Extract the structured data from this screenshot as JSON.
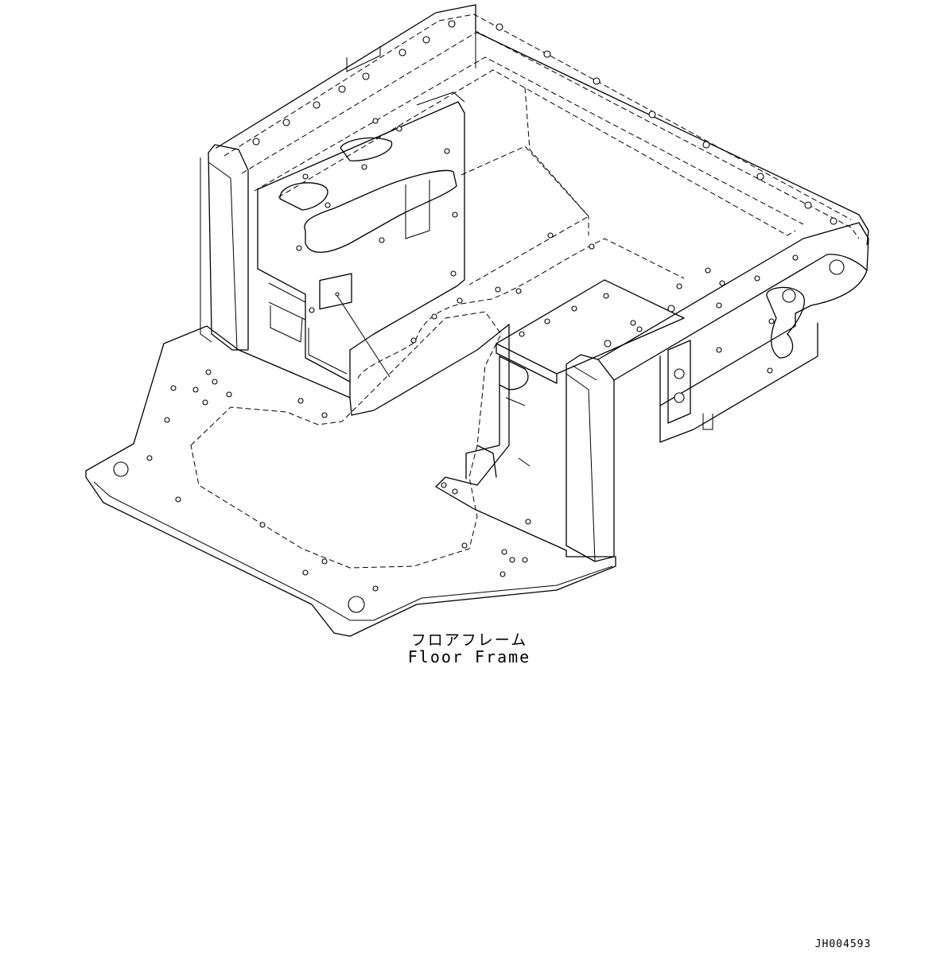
{
  "drawing": {
    "part_name_jp": "フロアフレーム",
    "part_name_en": "Floor Frame",
    "drawing_number": "JH004593"
  },
  "colors": {
    "line": "#000000",
    "background": "#ffffff"
  }
}
